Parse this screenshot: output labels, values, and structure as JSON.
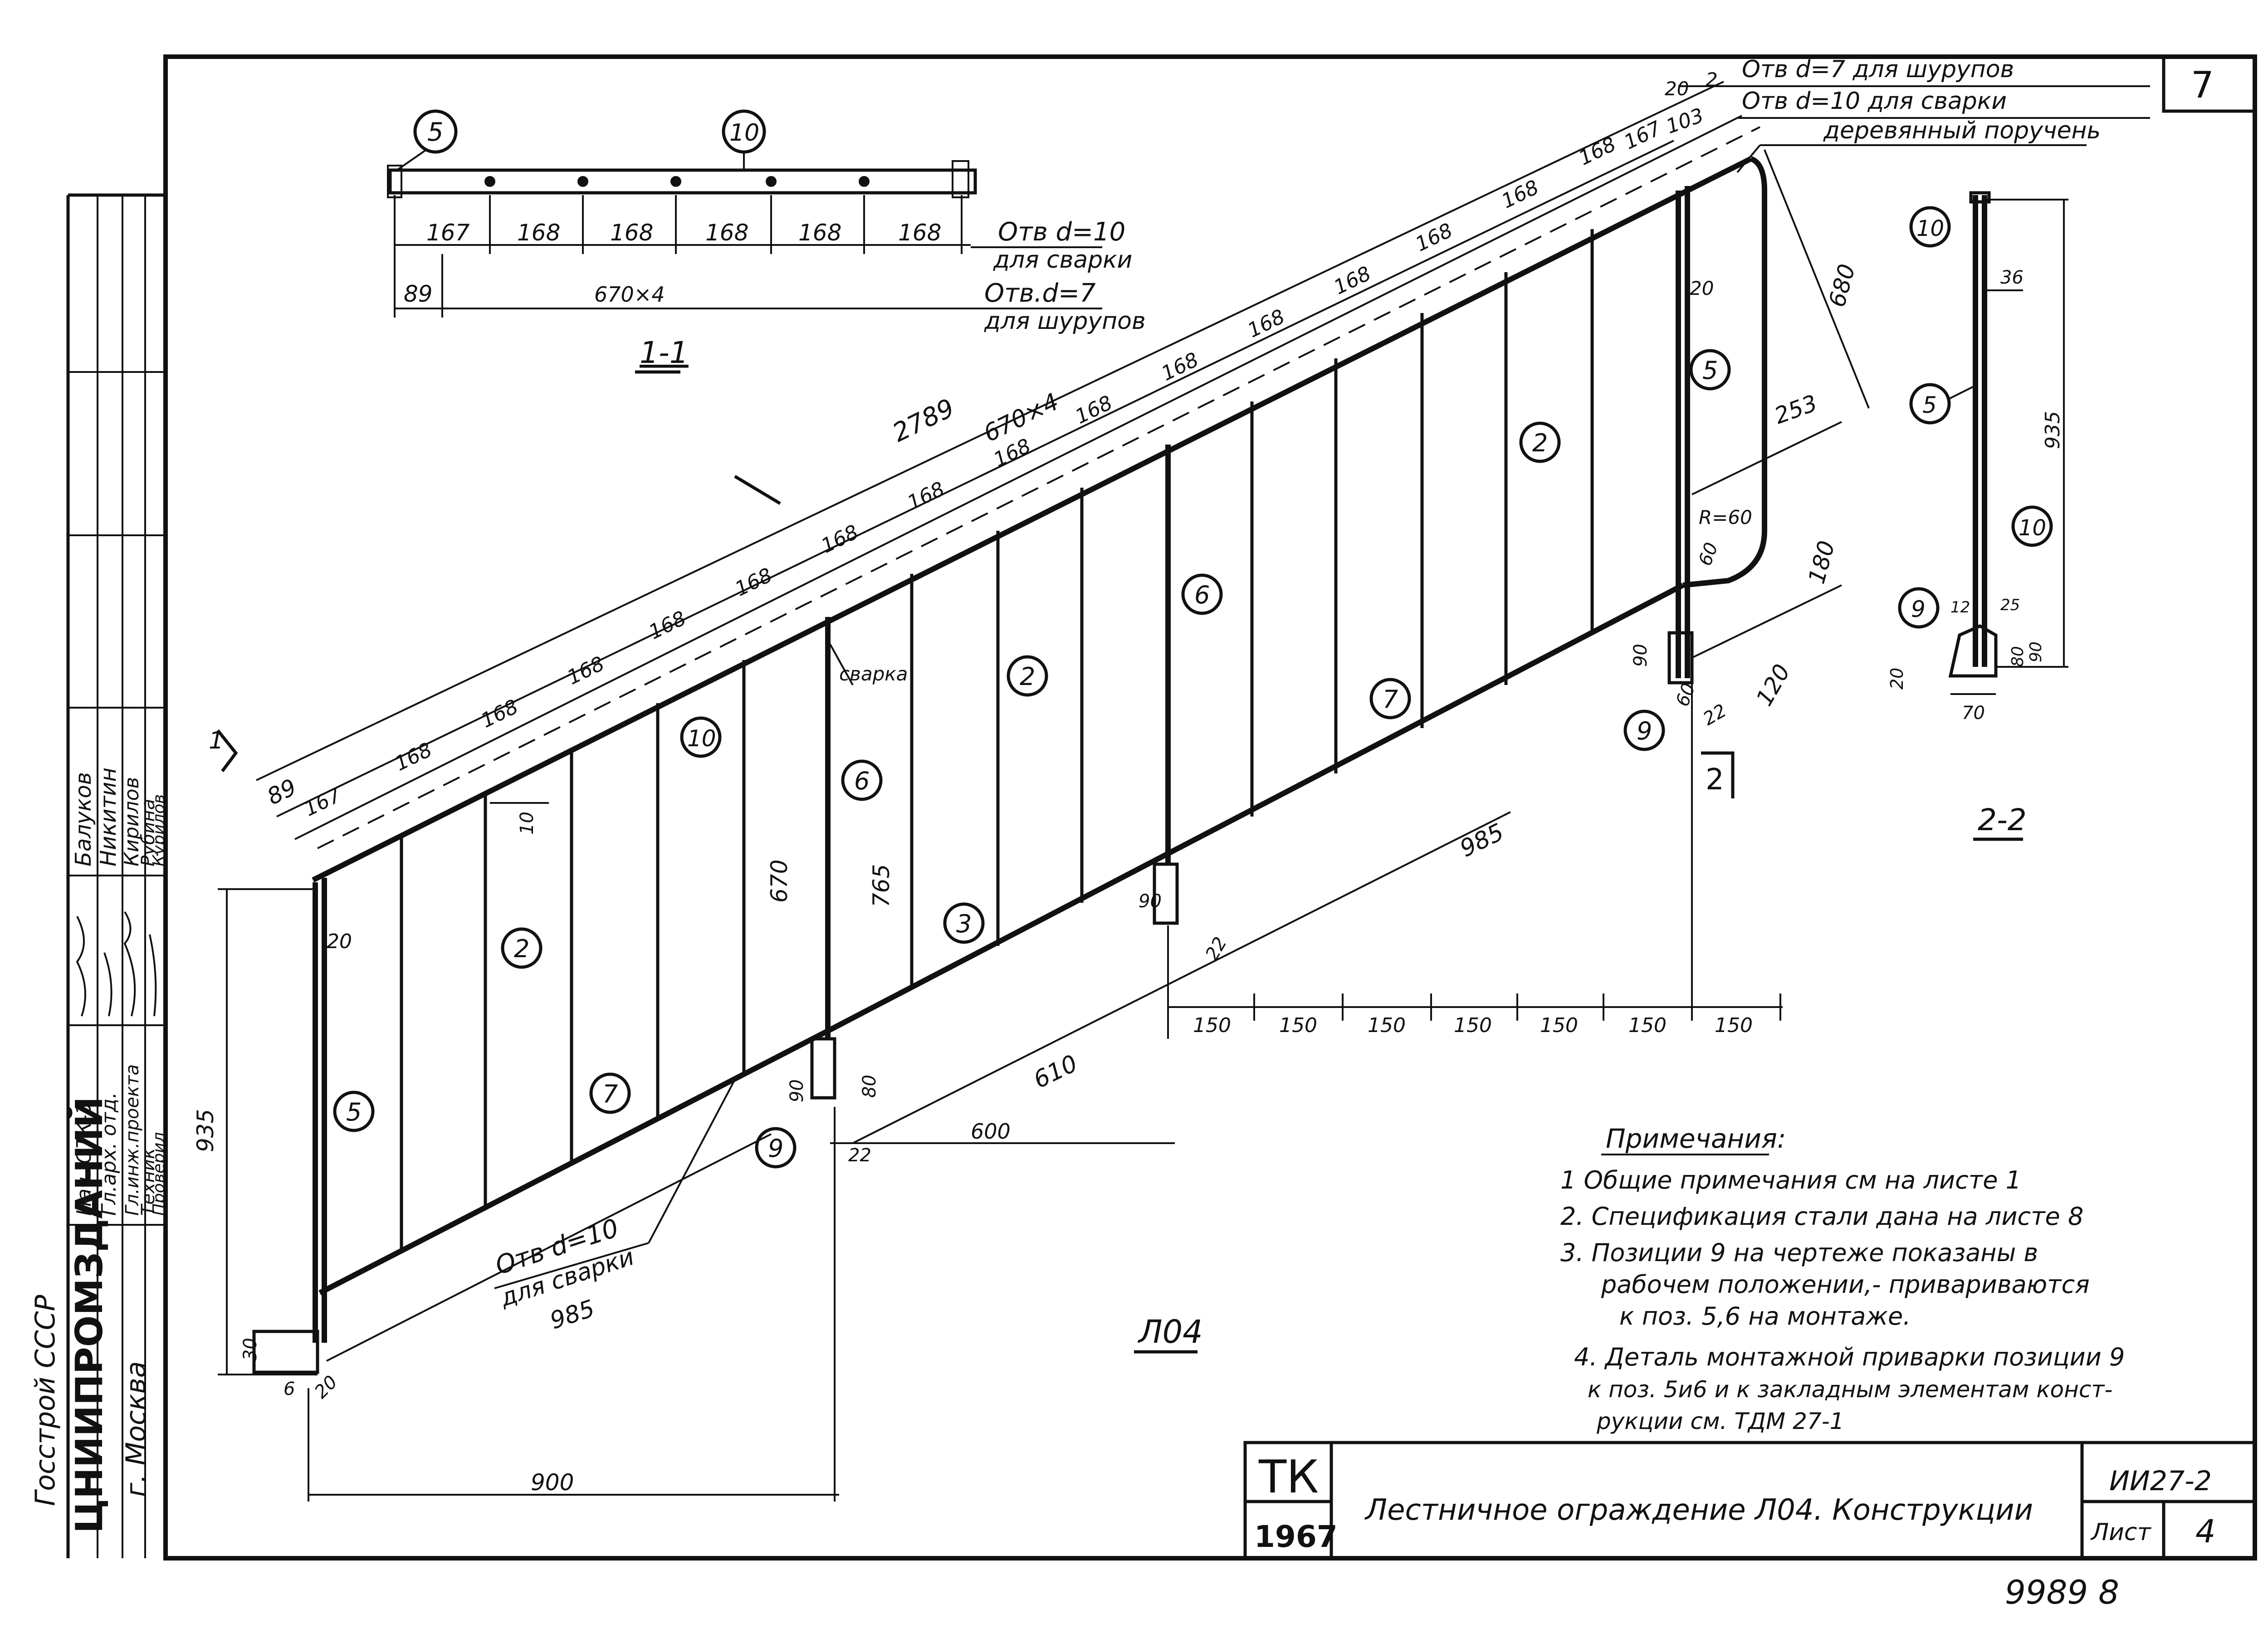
{
  "sheet": {
    "corner_number": "7",
    "left_block": {
      "org_1": "Госстрой СССР",
      "org_2": "ЦНИИПРОМЗДАНИЙ",
      "city": "г. Москва",
      "roles": [
        "Нач. ОТК-3",
        "Гл.арх. отд.",
        "Гл.инж.проекта",
        "Техник",
        "Проверил"
      ],
      "names": [
        "Балуков",
        "Никитин",
        "Кирилов",
        "Рубина",
        "Курилов"
      ]
    },
    "title_block": {
      "tk": "ТК",
      "year": "1967",
      "title": "Лестничное ограждение Л04. Конструкции",
      "code": "ИИ27-2",
      "sheet_label": "Лист",
      "sheet_no": "4"
    },
    "footer_number": "9989 8"
  },
  "section_11": {
    "label": "1-1",
    "dims": [
      "167",
      "168",
      "168",
      "168",
      "168",
      "168"
    ],
    "start": "89",
    "span": "670×4",
    "hole_weld_1": "Отв d=10",
    "hole_weld_2": "для сварки",
    "hole_screw_1": "Отв.d=7",
    "hole_screw_2": "для шурупов",
    "callout_5": "5",
    "callout_10": "10"
  },
  "main": {
    "label": "Л04",
    "top_note_1": "Отв d=7 для шурупов",
    "top_note_2": "Отв d=10 для сварки",
    "top_note_3": "деревянный поручень",
    "dim_top_20": "20",
    "dim_top_2": "2",
    "dim_103": "103",
    "dim_2789": "2789",
    "dim_670x4": "670×4",
    "dim_89": "89",
    "spacing": [
      "167",
      "168",
      "168",
      "168",
      "168",
      "168",
      "168",
      "168",
      "168",
      "168",
      "168",
      "168",
      "168",
      "168",
      "168",
      "168",
      "167"
    ],
    "dim_680": "680",
    "dim_253": "253",
    "dim_180": "180",
    "dim_120": "120",
    "dim_r60": "R=60",
    "dim_60a": "60",
    "dim_60b": "60",
    "dim_20_right": "20",
    "dim_22_right": "22",
    "dim_90_right": "90",
    "dim_10": "10",
    "dim_20_left": "20",
    "dim_935": "935",
    "dim_670": "670",
    "dim_765": "765",
    "weld_label": "сварка",
    "dim_90_mid": "90",
    "dim_22_mid": "22",
    "bottom_spacing": [
      "150",
      "150",
      "150",
      "150",
      "150",
      "150",
      "150"
    ],
    "dim_985_right": "985",
    "dim_610": "610",
    "dim_600": "600",
    "dim_90_low": "90",
    "dim_80_low": "80",
    "dim_22_low": "22",
    "hole_weld_1": "Отв d=10",
    "hole_weld_2": "для сварки",
    "dim_985_left": "985",
    "dim_30": "30",
    "dim_6": "6",
    "dim_20_base": "20",
    "dim_900": "900",
    "section_mark_1": "1",
    "section_mark_2": "2",
    "callouts": [
      {
        "n": "5"
      },
      {
        "n": "2"
      },
      {
        "n": "7"
      },
      {
        "n": "10"
      },
      {
        "n": "6"
      },
      {
        "n": "3"
      },
      {
        "n": "9"
      },
      {
        "n": "2"
      },
      {
        "n": "6"
      },
      {
        "n": "7"
      },
      {
        "n": "2"
      },
      {
        "n": "5"
      },
      {
        "n": "9"
      }
    ]
  },
  "section_22": {
    "label": "2-2",
    "dim_36": "36",
    "dim_935": "935",
    "dim_12": "12",
    "dim_25": "25",
    "dim_20": "20",
    "dim_80": "80",
    "dim_90": "90",
    "dim_70": "70",
    "callout_10a": "10",
    "callout_5": "5",
    "callout_10b": "10",
    "callout_9": "9"
  },
  "notes": {
    "heading": "Примечания:",
    "items": [
      "1  Общие примечания см на листе 1",
      "2.  Спецификация стали   дана на листе 8",
      "3.  Позиции 9 на чертеже показаны в",
      "рабочем положении,- привариваются",
      "к поз. 5,6 на монтаже.",
      "4. Деталь монтажной приварки позиции 9",
      "к поз. 5и6 и к закладным элементам конст-",
      "рукции см. ТДМ 27-1"
    ]
  }
}
